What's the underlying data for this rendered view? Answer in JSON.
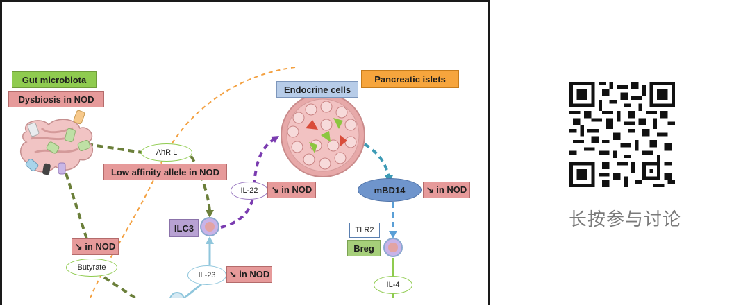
{
  "diagram": {
    "labels": {
      "gut_microbiota": "Gut microbiota",
      "dysbiosis": "Dysbiosis in NOD",
      "pancreatic_islets": "Pancreatic islets",
      "endocrine_cells": "Endocrine cells",
      "ahr_l": "AhR L",
      "low_affinity": "Low affinity allele in NOD",
      "il22": "IL-22",
      "il22_nod": "↘ in NOD",
      "mbd14": "mBD14",
      "mbd14_nod": "↘ in NOD",
      "tlr2": "TLR2",
      "breg": "Breg",
      "ilc3": "ILC3",
      "butyrate_nod": "↘ in NOD",
      "butyrate": "Butyrate",
      "il23": "IL-23",
      "il23_nod": "↘ in NOD",
      "il4": "IL-4"
    }
  },
  "sidebar": {
    "qr_icon": "qr-code-icon",
    "caption": "长按参与讨论"
  }
}
